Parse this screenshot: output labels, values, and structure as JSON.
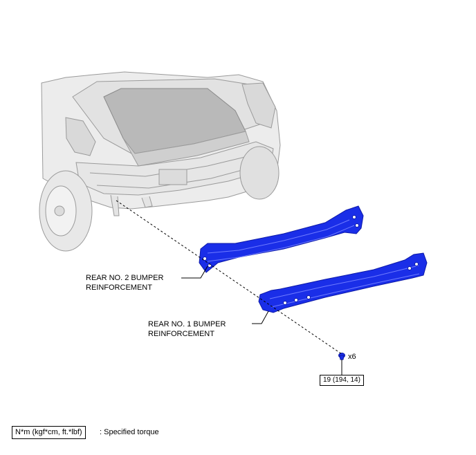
{
  "labels": {
    "rear_no2_line1": "REAR NO. 2 BUMPER",
    "rear_no2_line2": "REINFORCEMENT",
    "rear_no1_line1": "REAR NO. 1 BUMPER",
    "rear_no1_line2": "REINFORCEMENT",
    "bolt_qty": "x6",
    "torque_value": "19 (194, 14)"
  },
  "legend": {
    "unit_box": "N*m (kgf*cm, ft.*lbf)",
    "description": ": Specified torque"
  },
  "colors": {
    "part_highlight": "#1a2ee8",
    "part_dark": "#0d1aa8",
    "vehicle_line": "#9a9a9a",
    "vehicle_fill": "#ececec"
  }
}
